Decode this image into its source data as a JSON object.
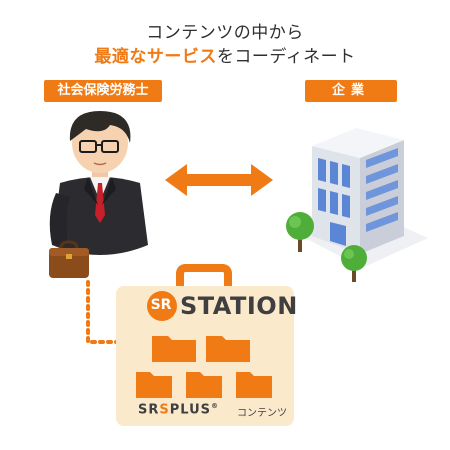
{
  "title": {
    "line1": "コンテンツの中から",
    "line2_highlight": "最適なサービス",
    "line2_rest": "をコーディネート"
  },
  "labels": {
    "left": "社会保険労務士",
    "right": "企業"
  },
  "station": {
    "logo_text": "SR",
    "name": "STATION"
  },
  "plus_logo": {
    "sr": "SR",
    "s": "S",
    "plus": "PLUS",
    "trademark": "®",
    "sub": "コンテンツ"
  },
  "colors": {
    "accent": "#f07a14",
    "folder": "#f07a14",
    "box": "#fbe9cc",
    "building": "#e8eaee",
    "window": "#5b86d6",
    "tree": "#4fae3a"
  },
  "icons": [
    "person-icon",
    "briefcase-icon",
    "double-arrow-icon",
    "building-icon",
    "tree-icon",
    "folder-icon",
    "bag-icon"
  ]
}
